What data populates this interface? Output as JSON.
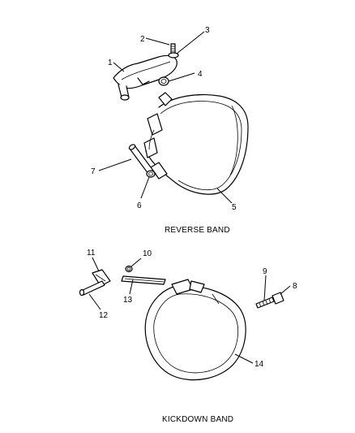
{
  "captions": {
    "reverse": "REVERSE BAND",
    "kickdown": "KICKDOWN BAND"
  },
  "callouts": {
    "c1": "1",
    "c2": "2",
    "c3": "3",
    "c4": "4",
    "c5": "5",
    "c6": "6",
    "c7": "7",
    "c8": "8",
    "c9": "9",
    "c10": "10",
    "c11": "11",
    "c12": "12",
    "c13": "13",
    "c14": "14"
  }
}
